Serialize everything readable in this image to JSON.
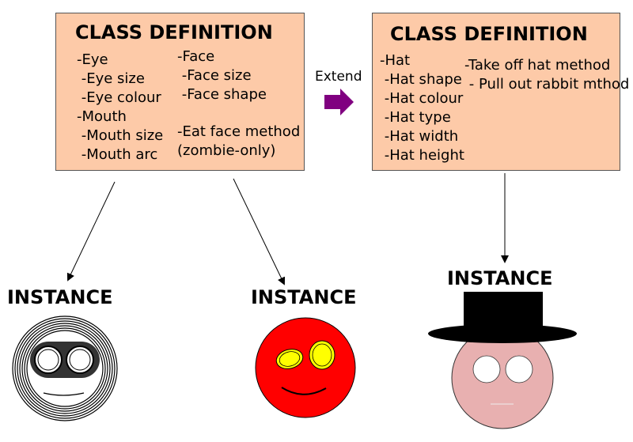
{
  "left_class": {
    "title": "CLASS DEFINITION",
    "col1": [
      "-Eye",
      " -Eye size",
      " -Eye colour",
      "-Mouth",
      " -Mouth size",
      " -Mouth arc"
    ],
    "col2": [
      "-Face",
      " -Face size",
      " -Face shape"
    ],
    "col2_methods": [
      "-Eat face method",
      "(zombie-only)"
    ]
  },
  "right_class": {
    "title": "CLASS DEFINITION",
    "col1": [
      "-Hat",
      " -Hat shape",
      " -Hat colour",
      " -Hat type",
      " -Hat width",
      " -Hat height"
    ],
    "methods": [
      "-Take off hat method",
      " - Pull out rabbit mthod"
    ]
  },
  "extend": {
    "label": "Extend",
    "arrow_color": "#800080"
  },
  "instances": [
    {
      "label": "INSTANCE"
    },
    {
      "label": "INSTANCE"
    },
    {
      "label": "INSTANCE"
    }
  ],
  "colors": {
    "box_fill": "#fdcaa8",
    "zombie_face": "#ff0000",
    "zombie_eyes": "#ffff00",
    "hat_face": "#e8b0b0",
    "hat": "#000000"
  }
}
